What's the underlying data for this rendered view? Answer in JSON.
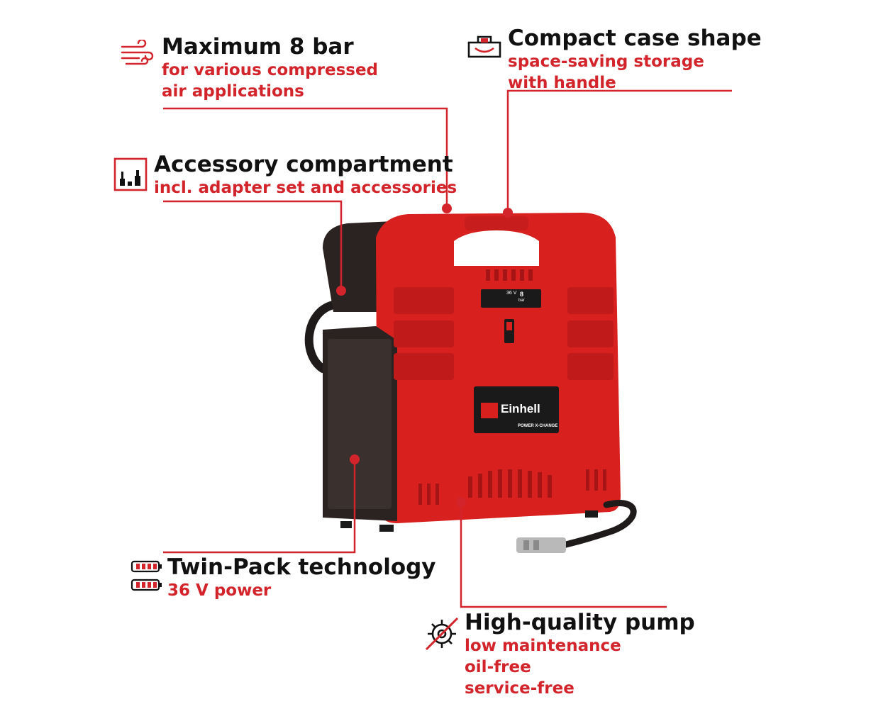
{
  "colors": {
    "accent": "#d3242b",
    "title": "#111111",
    "product_red": "#d8201f",
    "product_dark": "#2a2321"
  },
  "features": {
    "pressure": {
      "icon": "wind-icon",
      "title": "Maximum 8 bar",
      "lines": [
        "for various compressed",
        "air applications"
      ]
    },
    "case": {
      "icon": "case-handle-icon",
      "title": "Compact case shape",
      "lines": [
        "space-saving storage",
        "with handle"
      ]
    },
    "accessory": {
      "icon": "accessory-compartment-icon",
      "title": "Accessory compartment",
      "lines": [
        "incl. adapter set and accessories"
      ]
    },
    "twinpack": {
      "icon": "battery-icon",
      "title": "Twin-Pack technology",
      "lines": [
        "36 V power"
      ]
    },
    "pump": {
      "icon": "gear-no-oil-icon",
      "title": "High-quality pump",
      "lines": [
        "low maintenance",
        "oil-free",
        "service-free"
      ]
    }
  },
  "product": {
    "brand": "Einhell",
    "badge": "POWER X-CHANGE",
    "label_voltage": "36 V",
    "label_pressure": "8",
    "label_unit": "bar"
  }
}
